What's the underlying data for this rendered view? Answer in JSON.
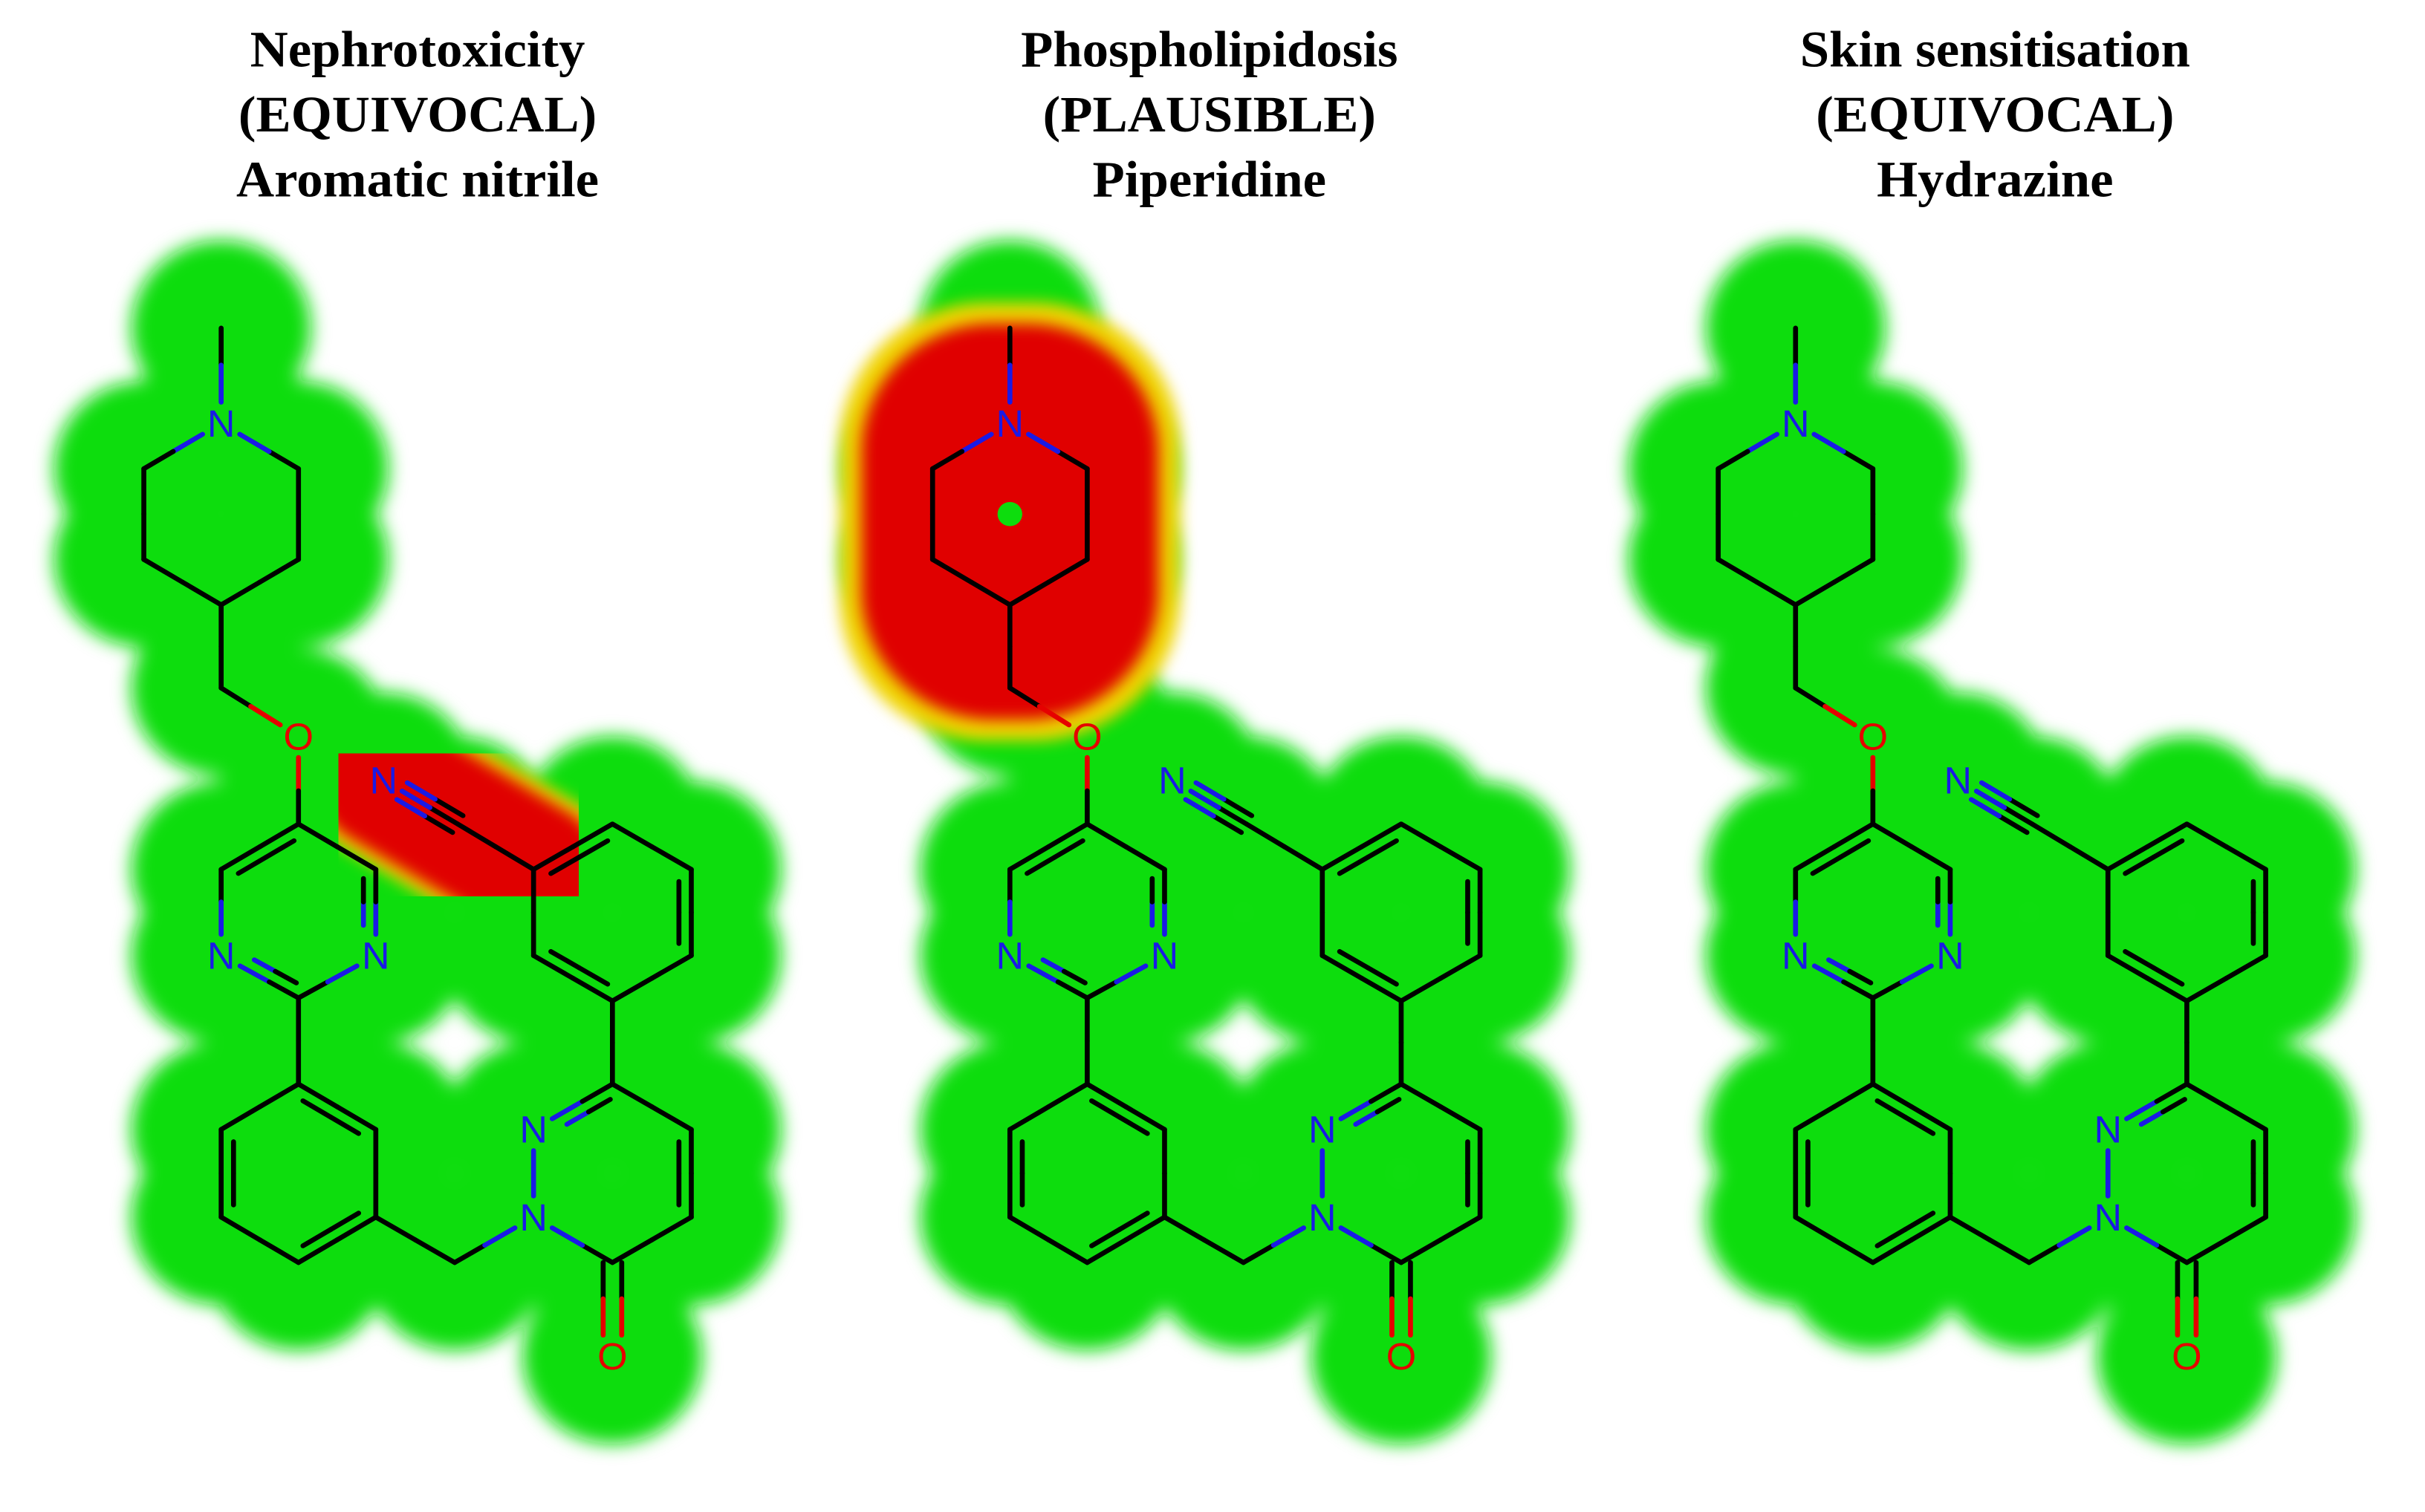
{
  "colors": {
    "background": "#ffffff",
    "safe_region": "#0ddd0d",
    "alert_region": "#e00000",
    "alert_fringe": "#f0d400",
    "bond": "#000000",
    "nitrogen": "#1a1ae6",
    "oxygen": "#e60000"
  },
  "panels": [
    {
      "endpoint": "Nephrotoxicity",
      "likelihood": "(EQUIVOCAL)",
      "alert": "Aromatic nitrile",
      "highlighted_fragment": "nitrile"
    },
    {
      "endpoint": "Phospholipidosis",
      "likelihood": "(PLAUSIBLE)",
      "alert": "Piperidine",
      "highlighted_fragment": "piperidine"
    },
    {
      "endpoint": "Skin sensitisation",
      "likelihood": "(EQUIVOCAL)",
      "alert": "Hydrazine",
      "highlighted_fragment": "hydrazine"
    }
  ],
  "atom_symbols": {
    "nitrogen": "N",
    "oxygen": "O"
  }
}
